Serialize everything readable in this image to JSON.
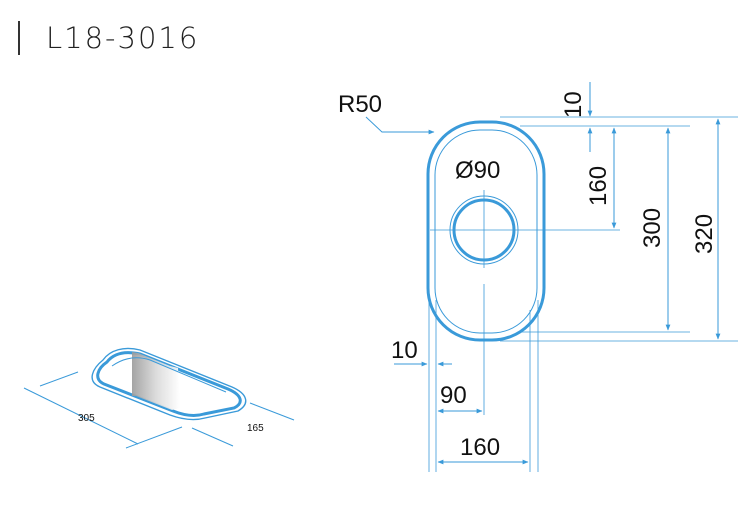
{
  "title": "L18-3016",
  "colors": {
    "outline": "#3a9ad9",
    "dim_line": "#3a9ad9",
    "arrow": "#3a9ad9",
    "text": "#111111"
  },
  "perspective": {
    "length_label": "305",
    "width_label": "165"
  },
  "plan": {
    "radius_label": "R50",
    "drain_label": "Ø90",
    "rim_top_label": "10",
    "drain_offset_y_label": "160",
    "inner_length_label": "300",
    "outer_length_label": "320",
    "rim_side_label": "10",
    "drain_offset_x_label": "90",
    "outer_width_label": "160"
  }
}
